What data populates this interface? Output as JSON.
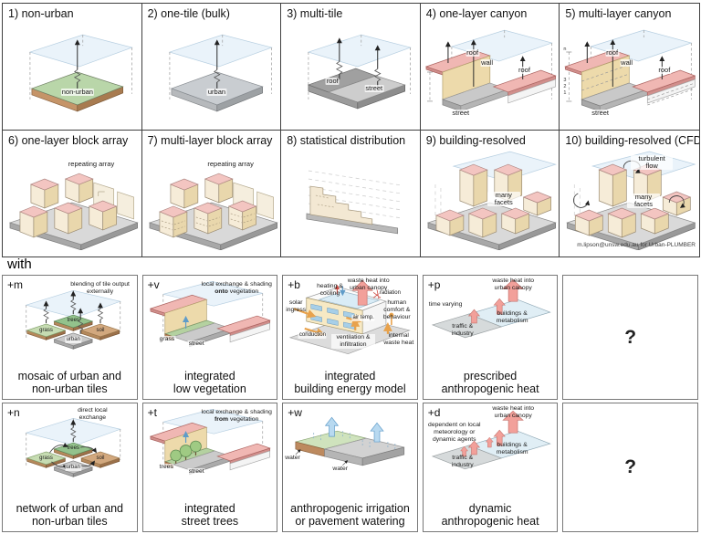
{
  "figure": {
    "with_label": "with",
    "question_mark": "?"
  },
  "colors": {
    "plane_blue": "#d9eaf5",
    "vegetation_green": "#b9d6a9",
    "roof_pink": "#f0b7b3",
    "wall_tan": "#eddaab",
    "soil_brown": "#c59468",
    "urban_grey": "#c9cdd1",
    "heat_pink": "#f2a09a",
    "water_blue": "#b8d9f0"
  },
  "top_row": [
    {
      "title": "1) non-urban",
      "tile_label": "non-urban"
    },
    {
      "title": "2) one-tile (bulk)",
      "tile_label": "urban"
    },
    {
      "title": "3) multi-tile",
      "roof_label": "roof",
      "street_label": "street"
    },
    {
      "title": "4) one-layer canyon",
      "roof_left_label": "roof",
      "wall_label": "wall",
      "roof_right_label": "roof",
      "street_label": "street"
    },
    {
      "title": "5) multi-layer canyon",
      "roof_left_label": "roof",
      "wall_label": "wall",
      "roof_right_label": "roof",
      "street_label": "street",
      "axis_n": "n",
      "axis_3": "3",
      "axis_2": "2",
      "axis_1": "1"
    }
  ],
  "mid_row": [
    {
      "title": "6) one-layer block array",
      "array_label": "repeating array"
    },
    {
      "title": "7) multi-layer block array",
      "array_label": "repeating array"
    },
    {
      "title": "8) statistical distribution"
    },
    {
      "title": "9) building-resolved",
      "facets_label": "many facets"
    },
    {
      "title": "10) building-resolved (CFD)",
      "flow_label": "turbulent flow",
      "facets_label": "many facets",
      "attribution": "m.lipson@unsw.edu.au for Urban-PLUMBER"
    }
  ],
  "row3": [
    {
      "tag": "+m",
      "note": "blending of tile output externally",
      "tile_trees": "trees",
      "tile_soil": "soil",
      "tile_grass": "grass",
      "tile_urban": "urban",
      "caption_1": "mosaic of urban and",
      "caption_2": "non-urban tiles"
    },
    {
      "tag": "+v",
      "note_pre": "local exchange & shading ",
      "note_bold": "onto",
      "note_post": " vegetation",
      "grass_label": "grass",
      "street_label": "street",
      "caption_1": "integrated",
      "caption_2": "low vegetation"
    },
    {
      "tag": "+b",
      "waste_label": "waste heat into urban canopy",
      "heating_label": "heating & cooling",
      "radiation_label": "radiation",
      "solar_label": "solar ingress",
      "human_label": "human comfort & behaviour",
      "conduction_label": "conduction",
      "airtemp_label": "air temp.",
      "ventilation_label": "ventilation & infiltration",
      "internal_label": "internal waste heat",
      "caption_1": "integrated",
      "caption_2": "building energy model"
    },
    {
      "tag": "+p",
      "waste_label": "waste heat into urban canopy",
      "time_label": "time varying",
      "buildings_label": "buildings & metabolism",
      "traffic_label": "traffic & industry",
      "caption_1": "prescribed",
      "caption_2": "anthropogenic heat"
    },
    {
      "mark": "?"
    }
  ],
  "row4": [
    {
      "tag": "+n",
      "note": "direct local exchange",
      "tile_trees": "trees",
      "tile_soil": "soil",
      "tile_grass": "grass",
      "tile_urban": "urban",
      "caption_1": "network of urban and",
      "caption_2": "non-urban tiles"
    },
    {
      "tag": "+t",
      "note_pre": "local exchange & shading ",
      "note_bold": "from",
      "note_post": " vegetation",
      "trees_label": "trees",
      "street_label": "street",
      "caption_1": "integrated",
      "caption_2": "street trees"
    },
    {
      "tag": "+w",
      "water_label_1": "water",
      "water_label_2": "water",
      "caption_1": "anthropogenic irrigation",
      "caption_2": "or pavement watering"
    },
    {
      "tag": "+d",
      "waste_label": "waste heat into urban canopy",
      "dependent_label": "dependent on local meteorology or dynamic agents",
      "buildings_label": "buildings & metabolism",
      "traffic_label": "traffic & industry",
      "caption_1": "dynamic",
      "caption_2": "anthropogenic heat"
    },
    {
      "mark": "?"
    }
  ]
}
